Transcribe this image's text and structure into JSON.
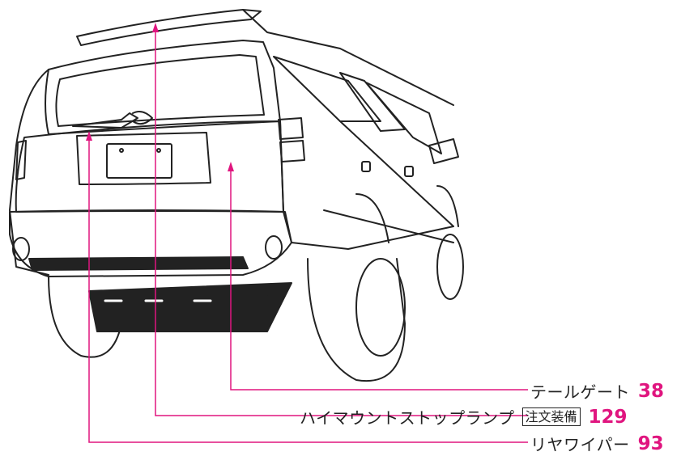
{
  "colors": {
    "accent": "#e0157f",
    "line": "#222222"
  },
  "labels": [
    {
      "text": "テールゲート",
      "badge": "",
      "page": "38"
    },
    {
      "text": "ハイマウントストップランプ",
      "badge": "注文装備",
      "page": "129"
    },
    {
      "text": "リヤワイパー",
      "badge": "",
      "page": "93"
    }
  ]
}
